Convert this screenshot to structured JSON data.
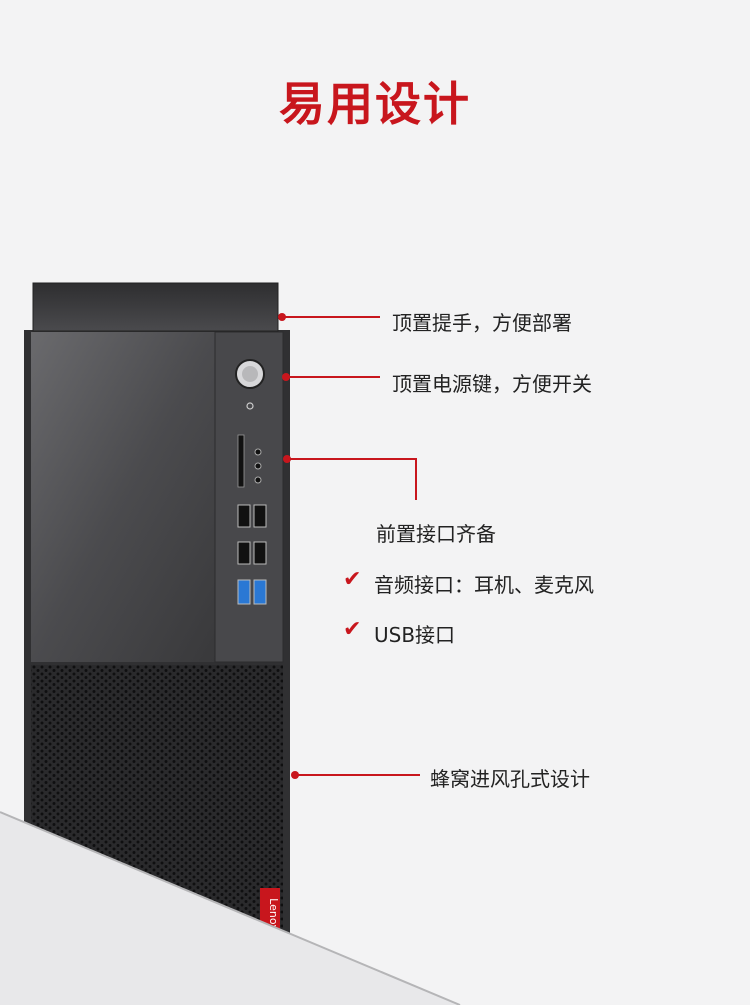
{
  "heading": {
    "title": "易用设计"
  },
  "callouts": {
    "handle": "顶置提手，方便部署",
    "power": "顶置电源键，方便开关",
    "ports": "前置接口齐备",
    "audio": "音频接口：耳机、麦克风",
    "usb": "USB接口",
    "vent": "蜂窝进风孔式设计"
  },
  "check_icon": "✔",
  "brand": {
    "logo_text": "Lenovo"
  },
  "colors": {
    "accent": "#c8161d",
    "case_dark": "#3a3a3c",
    "case_mid": "#4a4a4c",
    "text": "#222222",
    "background": "#f3f3f4"
  }
}
